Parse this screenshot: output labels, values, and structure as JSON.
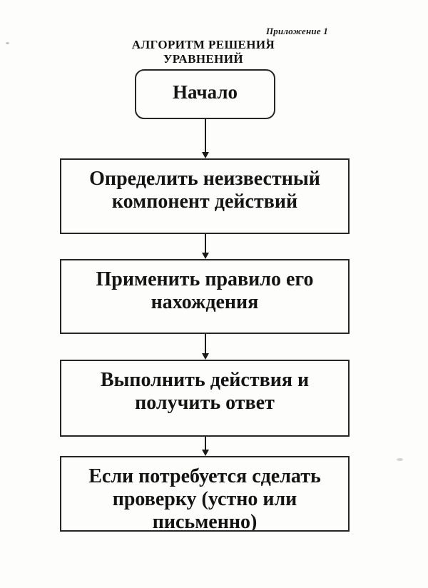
{
  "header": {
    "annotation": "Приложение 1",
    "title_line1": "АЛГОРИТМ РЕШЕНИЯ",
    "title_line2": "УРАВНЕНИЙ"
  },
  "flowchart": {
    "start_label": "Начало",
    "steps": [
      {
        "lines": [
          "Определить неизвестный",
          "компонент действий"
        ]
      },
      {
        "lines": [
          "Применить правило его",
          "нахождения"
        ]
      },
      {
        "lines": [
          "Выполнить действия и",
          "получить ответ"
        ]
      },
      {
        "lines": [
          "Если потребуется сделать",
          "проверку (устно или",
          "письменно)"
        ]
      }
    ]
  },
  "colors": {
    "ink": "#141414",
    "box_border": "#262626",
    "background": "#fdfdfb"
  }
}
